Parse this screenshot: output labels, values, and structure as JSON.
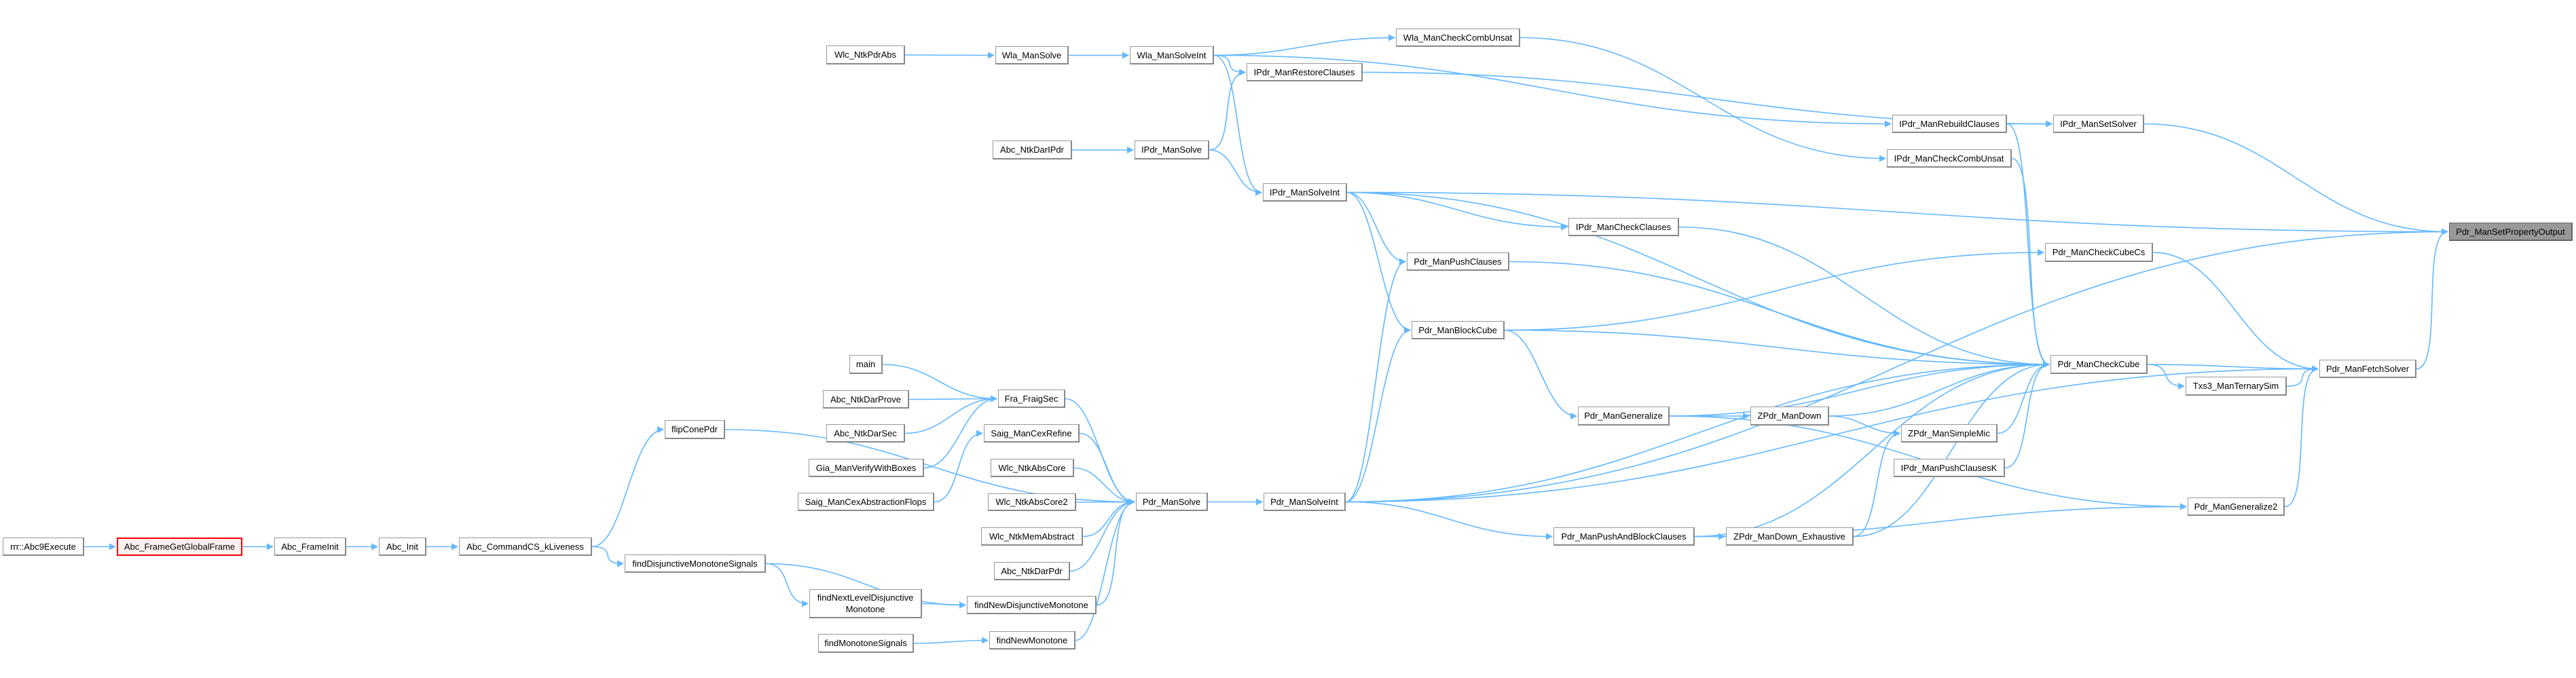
{
  "graph": {
    "type": "caller-graph",
    "edge_color": "#63B8FF",
    "root_fill": "#999999",
    "highlight_border": "#FF0000",
    "nodes": {
      "rrr_Abc9Execute": "rrr::Abc9Execute",
      "Abc_FrameGetGlobalFrame": "Abc_FrameGetGlobalFrame",
      "Abc_FrameInit": "Abc_FrameInit",
      "Abc_Init": "Abc_Init",
      "Abc_CommandCS_kLiveness": "Abc_CommandCS_kLiveness",
      "flipConePdr": "flipConePdr",
      "findDisjunctiveMonotoneSignals": "findDisjunctiveMonotoneSignals",
      "main": "main",
      "Abc_NtkDarProve": "Abc_NtkDarProve",
      "Abc_NtkDarSec": "Abc_NtkDarSec",
      "Gia_ManVerifyWithBoxes": "Gia_ManVerifyWithBoxes",
      "Saig_ManCexAbstractionFlops": "Saig_ManCexAbstractionFlops",
      "findNextLevelDisjunctiveMonotone": "findNextLevelDisjunctive\nMonotone",
      "findMonotoneSignals": "findMonotoneSignals",
      "Fra_FraigSec": "Fra_FraigSec",
      "Saig_ManCexRefine": "Saig_ManCexRefine",
      "Wlc_NtkAbsCore": "Wlc_NtkAbsCore",
      "Wlc_NtkAbsCore2": "Wlc_NtkAbsCore2",
      "Wlc_NtkMemAbstract": "Wlc_NtkMemAbstract",
      "Abc_NtkDarPdr": "Abc_NtkDarPdr",
      "findNewDisjunctiveMonotone": "findNewDisjunctiveMonotone",
      "findNewMonotone": "findNewMonotone",
      "Pdr_ManSolve": "Pdr_ManSolve",
      "Pdr_ManSolveInt": "Pdr_ManSolveInt",
      "Wlc_NtkPdrAbs": "Wlc_NtkPdrAbs",
      "Wla_ManSolve": "Wla_ManSolve",
      "Wla_ManSolveInt": "Wla_ManSolveInt",
      "Wla_ManCheckCombUnsat": "Wla_ManCheckCombUnsat",
      "IPdr_ManRestoreClauses": "IPdr_ManRestoreClauses",
      "Abc_NtkDarIPdr": "Abc_NtkDarIPdr",
      "IPdr_ManSolve": "IPdr_ManSolve",
      "IPdr_ManSolveInt": "IPdr_ManSolveInt",
      "IPdr_ManCheckClauses": "IPdr_ManCheckClauses",
      "Pdr_ManPushClauses": "Pdr_ManPushClauses",
      "Pdr_ManBlockCube": "Pdr_ManBlockCube",
      "Pdr_ManGeneralize": "Pdr_ManGeneralize",
      "Pdr_ManPushAndBlockClauses": "Pdr_ManPushAndBlockClauses",
      "ZPdr_ManDown": "ZPdr_ManDown",
      "ZPdr_ManDown_Exhaustive": "ZPdr_ManDown_Exhaustive",
      "IPdr_ManRebuildClauses": "IPdr_ManRebuildClauses",
      "IPdr_ManSetSolver": "IPdr_ManSetSolver",
      "IPdr_ManCheckCombUnsat": "IPdr_ManCheckCombUnsat",
      "Pdr_ManCheckCubeCs": "Pdr_ManCheckCubeCs",
      "Pdr_ManCheckCube": "Pdr_ManCheckCube",
      "ZPdr_ManSimpleMic": "ZPdr_ManSimpleMic",
      "IPdr_ManPushClausesK": "IPdr_ManPushClausesK",
      "Txs3_ManTernarySim": "Txs3_ManTernarySim",
      "Pdr_ManFetchSolver": "Pdr_ManFetchSolver",
      "Pdr_ManGeneralize2": "Pdr_ManGeneralize2",
      "Pdr_ManSetPropertyOutput": "Pdr_ManSetPropertyOutput"
    },
    "root": "Pdr_ManSetPropertyOutput",
    "highlighted": "Abc_FrameGetGlobalFrame",
    "edges": [
      [
        "rrr_Abc9Execute",
        "Abc_FrameGetGlobalFrame"
      ],
      [
        "Abc_FrameGetGlobalFrame",
        "Abc_FrameInit"
      ],
      [
        "Abc_FrameInit",
        "Abc_Init"
      ],
      [
        "Abc_Init",
        "Abc_CommandCS_kLiveness"
      ],
      [
        "Abc_CommandCS_kLiveness",
        "flipConePdr"
      ],
      [
        "Abc_CommandCS_kLiveness",
        "findDisjunctiveMonotoneSignals"
      ],
      [
        "flipConePdr",
        "Pdr_ManSolve"
      ],
      [
        "findDisjunctiveMonotoneSignals",
        "findNextLevelDisjunctiveMonotone"
      ],
      [
        "findDisjunctiveMonotoneSignals",
        "findNewDisjunctiveMonotone"
      ],
      [
        "findNextLevelDisjunctiveMonotone",
        "findNewDisjunctiveMonotone"
      ],
      [
        "findMonotoneSignals",
        "findNewMonotone"
      ],
      [
        "main",
        "Fra_FraigSec"
      ],
      [
        "Abc_NtkDarProve",
        "Fra_FraigSec"
      ],
      [
        "Abc_NtkDarSec",
        "Fra_FraigSec"
      ],
      [
        "Gia_ManVerifyWithBoxes",
        "Fra_FraigSec"
      ],
      [
        "Saig_ManCexAbstractionFlops",
        "Saig_ManCexRefine"
      ],
      [
        "Fra_FraigSec",
        "Pdr_ManSolve"
      ],
      [
        "Saig_ManCexRefine",
        "Pdr_ManSolve"
      ],
      [
        "Wlc_NtkAbsCore",
        "Pdr_ManSolve"
      ],
      [
        "Wlc_NtkAbsCore2",
        "Pdr_ManSolve"
      ],
      [
        "Wlc_NtkMemAbstract",
        "Pdr_ManSolve"
      ],
      [
        "Abc_NtkDarPdr",
        "Pdr_ManSolve"
      ],
      [
        "findNewDisjunctiveMonotone",
        "Pdr_ManSolve"
      ],
      [
        "findNewMonotone",
        "Pdr_ManSolve"
      ],
      [
        "Pdr_ManSolve",
        "Pdr_ManSolveInt"
      ],
      [
        "Wlc_NtkPdrAbs",
        "Wla_ManSolve"
      ],
      [
        "Wla_ManSolve",
        "Wla_ManSolveInt"
      ],
      [
        "Wla_ManSolveInt",
        "Wla_ManCheckCombUnsat"
      ],
      [
        "Wla_ManSolveInt",
        "IPdr_ManRestoreClauses"
      ],
      [
        "Wla_ManSolveInt",
        "IPdr_ManSolveInt"
      ],
      [
        "Wla_ManSolveInt",
        "IPdr_ManRebuildClauses"
      ],
      [
        "Wla_ManCheckCombUnsat",
        "IPdr_ManCheckCombUnsat"
      ],
      [
        "IPdr_ManRestoreClauses",
        "IPdr_ManSetSolver"
      ],
      [
        "Abc_NtkDarIPdr",
        "IPdr_ManSolve"
      ],
      [
        "IPdr_ManSolve",
        "IPdr_ManRestoreClauses"
      ],
      [
        "IPdr_ManSolve",
        "IPdr_ManSolveInt"
      ],
      [
        "IPdr_ManSolveInt",
        "Pdr_ManSetPropertyOutput"
      ],
      [
        "IPdr_ManSolveInt",
        "Pdr_ManCheckCube"
      ],
      [
        "IPdr_ManSolveInt",
        "IPdr_ManCheckClauses"
      ],
      [
        "IPdr_ManSolveInt",
        "Pdr_ManPushClauses"
      ],
      [
        "IPdr_ManSolveInt",
        "Pdr_ManBlockCube"
      ],
      [
        "IPdr_ManCheckClauses",
        "Pdr_ManCheckCube"
      ],
      [
        "Pdr_ManPushClauses",
        "Pdr_ManCheckCube"
      ],
      [
        "Pdr_ManBlockCube",
        "Pdr_ManCheckCubeCs"
      ],
      [
        "Pdr_ManBlockCube",
        "Pdr_ManCheckCube"
      ],
      [
        "Pdr_ManBlockCube",
        "Pdr_ManGeneralize"
      ],
      [
        "IPdr_ManRebuildClauses",
        "IPdr_ManSetSolver"
      ],
      [
        "IPdr_ManRebuildClauses",
        "Pdr_ManCheckCube"
      ],
      [
        "IPdr_ManCheckCombUnsat",
        "Pdr_ManCheckCube"
      ],
      [
        "IPdr_ManSetSolver",
        "Pdr_ManSetPropertyOutput"
      ],
      [
        "Pdr_ManCheckCubeCs",
        "Pdr_ManFetchSolver"
      ],
      [
        "Pdr_ManSolveInt",
        "Pdr_ManPushClauses"
      ],
      [
        "Pdr_ManSolveInt",
        "Pdr_ManBlockCube"
      ],
      [
        "Pdr_ManSolveInt",
        "Pdr_ManCheckCube"
      ],
      [
        "Pdr_ManSolveInt",
        "Pdr_ManPushAndBlockClauses"
      ],
      [
        "Pdr_ManSolveInt",
        "Pdr_ManFetchSolver"
      ],
      [
        "Pdr_ManSolveInt",
        "Pdr_ManSetPropertyOutput"
      ],
      [
        "Pdr_ManGeneralize",
        "ZPdr_ManDown"
      ],
      [
        "Pdr_ManGeneralize",
        "Pdr_ManCheckCube"
      ],
      [
        "Pdr_ManGeneralize",
        "Pdr_ManGeneralize2"
      ],
      [
        "Pdr_ManPushAndBlockClauses",
        "ZPdr_ManDown_Exhaustive"
      ],
      [
        "Pdr_ManPushAndBlockClauses",
        "Pdr_ManCheckCube"
      ],
      [
        "Pdr_ManPushAndBlockClauses",
        "Pdr_ManGeneralize2"
      ],
      [
        "ZPdr_ManDown",
        "ZPdr_ManSimpleMic"
      ],
      [
        "ZPdr_ManDown",
        "Pdr_ManCheckCube"
      ],
      [
        "ZPdr_ManDown_Exhaustive",
        "ZPdr_ManSimpleMic"
      ],
      [
        "ZPdr_ManDown_Exhaustive",
        "Pdr_ManCheckCube"
      ],
      [
        "ZPdr_ManSimpleMic",
        "Pdr_ManCheckCube"
      ],
      [
        "IPdr_ManPushClausesK",
        "Pdr_ManCheckCube"
      ],
      [
        "Pdr_ManCheckCube",
        "Pdr_ManFetchSolver"
      ],
      [
        "Pdr_ManCheckCube",
        "Txs3_ManTernarySim"
      ],
      [
        "Txs3_ManTernarySim",
        "Pdr_ManFetchSolver"
      ],
      [
        "Pdr_ManGeneralize2",
        "Pdr_ManFetchSolver"
      ],
      [
        "Pdr_ManFetchSolver",
        "Pdr_ManSetPropertyOutput"
      ]
    ]
  }
}
